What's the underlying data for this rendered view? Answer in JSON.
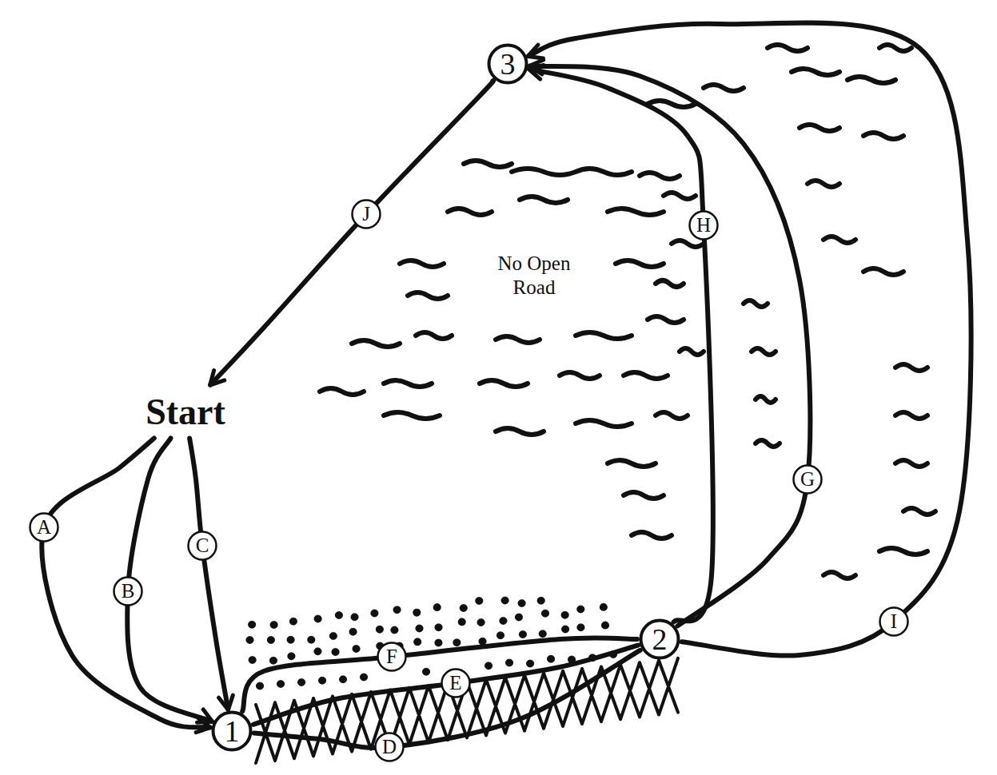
{
  "diagram": {
    "nodes": [
      {
        "text": [
          "Start"
        ]
      },
      {
        "text": [
          "1"
        ]
      },
      {
        "text": [
          "2"
        ]
      },
      {
        "text": [
          "3"
        ]
      }
    ],
    "edges": [
      {
        "from": 0,
        "to": 1,
        "label": "A",
        "arrow": "to"
      },
      {
        "from": 0,
        "to": 1,
        "label": "B",
        "arrow": "to"
      },
      {
        "from": 0,
        "to": 1,
        "label": "C",
        "arrow": "to"
      },
      {
        "from": 1,
        "to": 2,
        "label": "D",
        "arrow": "none"
      },
      {
        "from": 1,
        "to": 2,
        "label": "E",
        "arrow": "none"
      },
      {
        "from": 1,
        "to": 2,
        "label": "F",
        "arrow": "none"
      },
      {
        "from": 2,
        "to": 3,
        "label": "G",
        "arrow": "to"
      },
      {
        "from": 2,
        "to": 3,
        "label": "H",
        "arrow": "to"
      },
      {
        "from": 2,
        "to": 3,
        "label": "I",
        "arrow": "to"
      },
      {
        "from": 3,
        "to": 0,
        "label": "J",
        "arrow": "to"
      }
    ],
    "labels": [
      "No Open Road"
    ]
  }
}
